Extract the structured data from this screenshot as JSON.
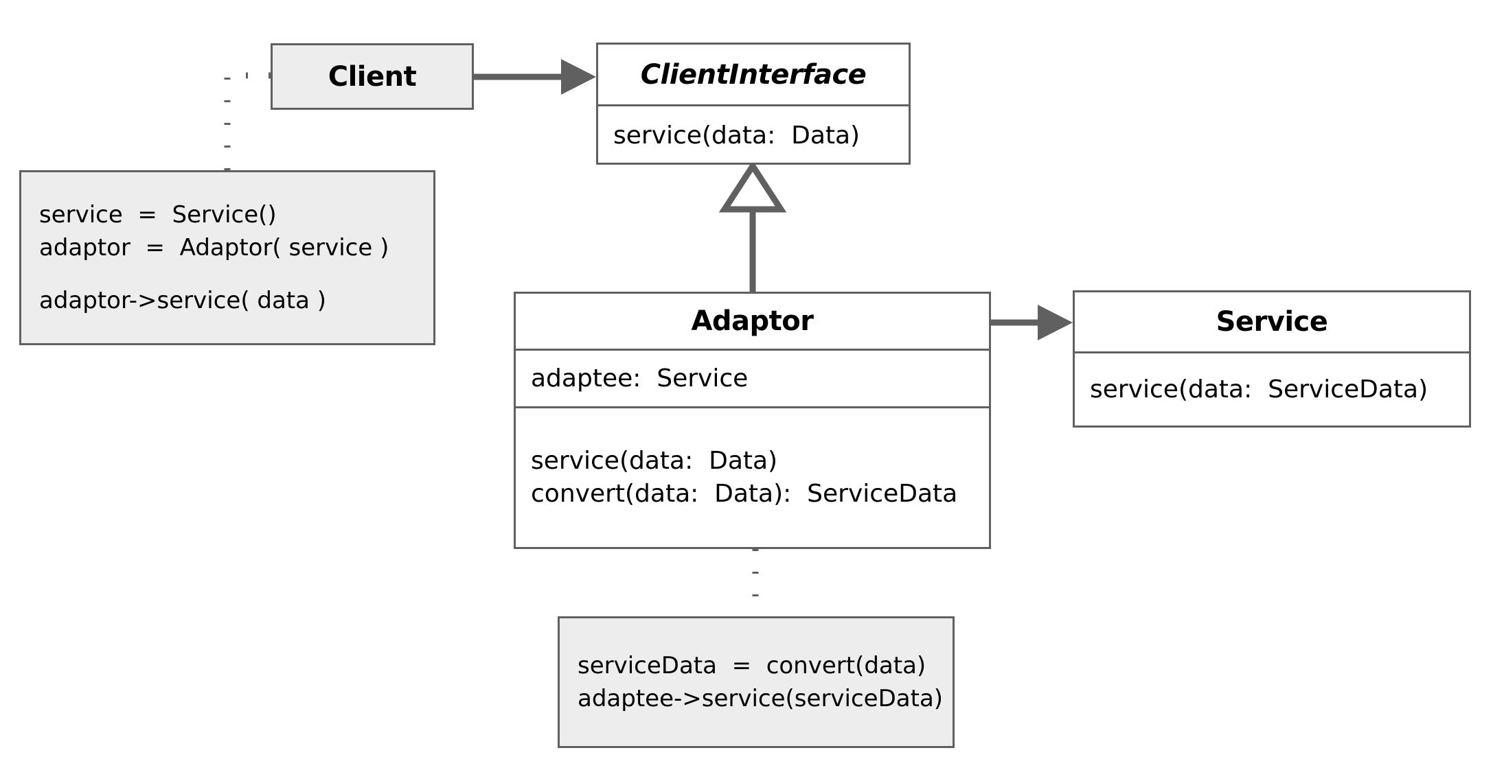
{
  "diagram": {
    "kind": "uml-class-diagram",
    "pattern_name": "Adaptor",
    "background_color": "#ffffff",
    "line_color": "#606060",
    "note_fill": "#ededed",
    "class_fill": "#ffffff",
    "text_color": "#000000"
  },
  "classes": {
    "client": {
      "name": "Client",
      "stereotype": "",
      "fill": "#ededed"
    },
    "client_interface": {
      "name": "ClientInterface",
      "abstract": true,
      "operations": [
        "service(data:  Data)"
      ]
    },
    "adaptor": {
      "name": "Adaptor",
      "attributes": [
        "adaptee:  Service"
      ],
      "operations": [
        "service(data:  Data)",
        "convert(data:  Data):  ServiceData"
      ]
    },
    "service": {
      "name": "Service",
      "operations": [
        "service(data:  ServiceData)"
      ]
    }
  },
  "notes": {
    "client_note": {
      "attached_to": "Client",
      "lines": [
        "service  =  Service()",
        "adaptor  =  Adaptor( service )",
        "",
        "adaptor->service( data )"
      ]
    },
    "adaptor_note": {
      "attached_to": "Adaptor",
      "lines": [
        "serviceData  =  convert(data)",
        "adaptee->service(serviceData)"
      ]
    }
  },
  "relationships": [
    {
      "id": "client-to-clientinterface",
      "from": "Client",
      "to": "ClientInterface",
      "type": "association",
      "arrowhead": "solid-filled",
      "line": "solid"
    },
    {
      "id": "adaptor-to-clientinterface",
      "from": "Adaptor",
      "to": "ClientInterface",
      "type": "generalization",
      "arrowhead": "hollow-triangle",
      "line": "solid"
    },
    {
      "id": "adaptor-to-service",
      "from": "Adaptor",
      "to": "Service",
      "type": "association",
      "arrowhead": "solid-filled",
      "line": "solid"
    },
    {
      "id": "client-to-client-note",
      "from": "Client",
      "to": "client_note",
      "type": "note-anchor",
      "arrowhead": "none",
      "line": "dotted"
    },
    {
      "id": "adaptor-to-adaptor-note",
      "from": "Adaptor",
      "to": "adaptor_note",
      "type": "note-anchor",
      "arrowhead": "none",
      "line": "dotted"
    }
  ]
}
